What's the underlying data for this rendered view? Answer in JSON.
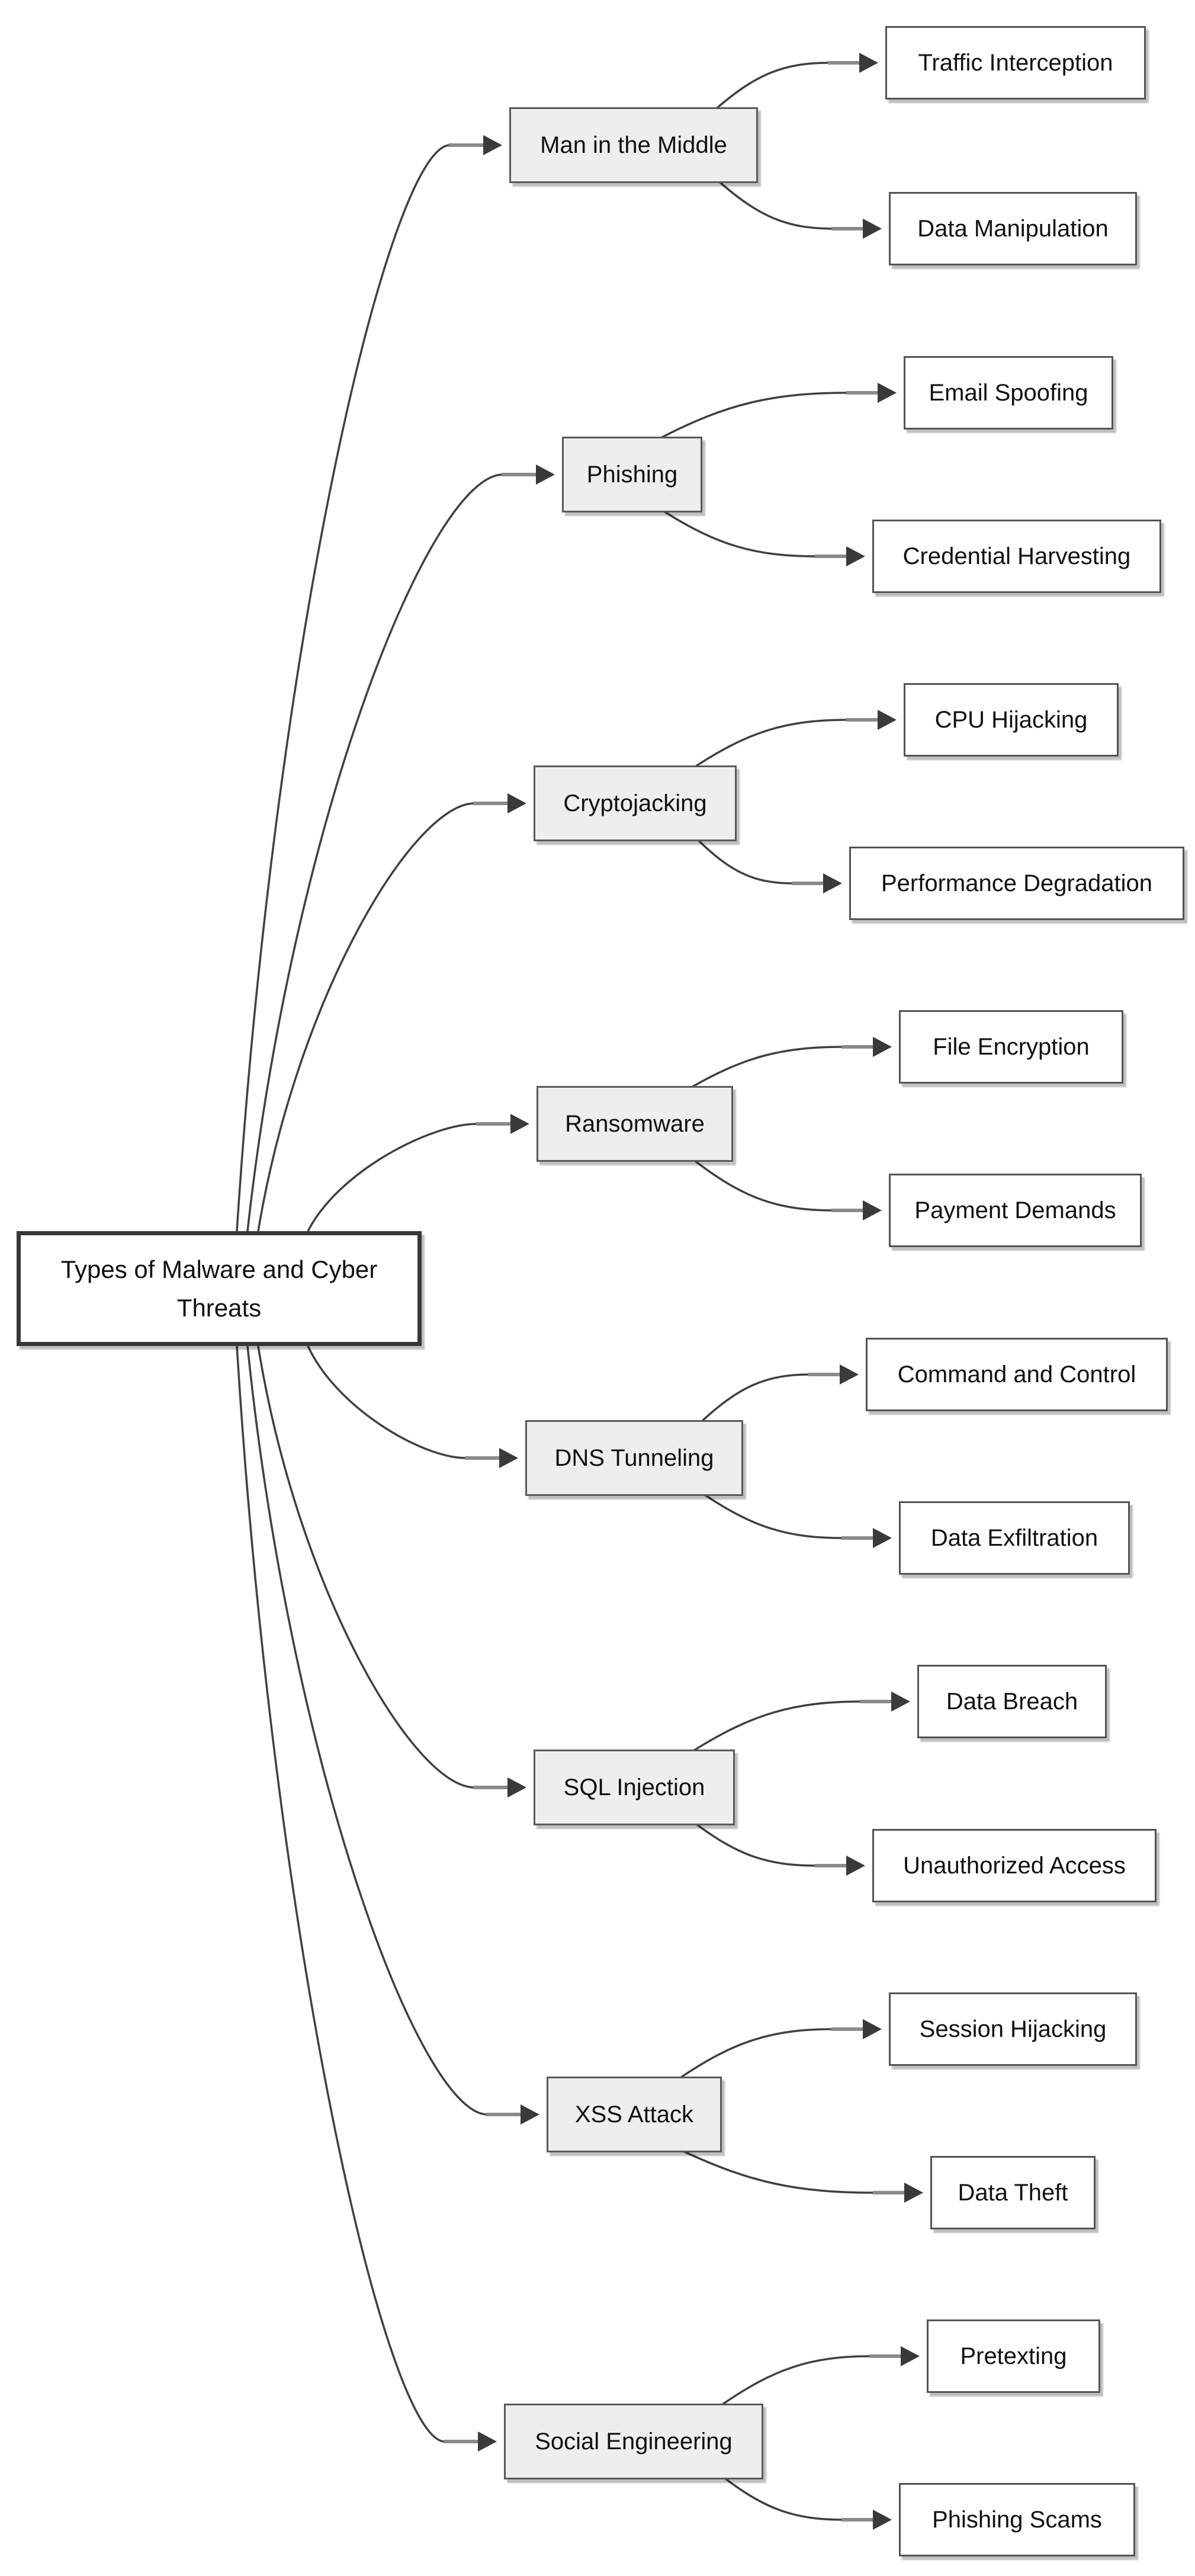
{
  "root": {
    "label": "Types of Malware and Cyber Threats"
  },
  "branches": [
    {
      "label": "Man in the Middle",
      "children": [
        "Traffic Interception",
        "Data Manipulation"
      ]
    },
    {
      "label": "Phishing",
      "children": [
        "Email Spoofing",
        "Credential Harvesting"
      ]
    },
    {
      "label": "Cryptojacking",
      "children": [
        "CPU Hijacking",
        "Performance Degradation"
      ]
    },
    {
      "label": "Ransomware",
      "children": [
        "File Encryption",
        "Payment Demands"
      ]
    },
    {
      "label": "DNS Tunneling",
      "children": [
        "Command and Control",
        "Data Exfiltration"
      ]
    },
    {
      "label": "SQL Injection",
      "children": [
        "Data Breach",
        "Unauthorized Access"
      ]
    },
    {
      "label": "XSS Attack",
      "children": [
        "Session Hijacking",
        "Data Theft"
      ]
    },
    {
      "label": "Social Engineering",
      "children": [
        "Pretexting",
        "Phishing Scams"
      ]
    }
  ],
  "colors": {
    "background": "#ffffff",
    "root_fill": "#ffffff",
    "branch_fill": "#eeeeee",
    "leaf_fill": "#ffffff",
    "border": "#545454",
    "root_border": "#383838",
    "edge": "#404040",
    "edge_stub": "#8a8a8a",
    "arrowhead": "#3a3a3a",
    "text": "#111111"
  }
}
